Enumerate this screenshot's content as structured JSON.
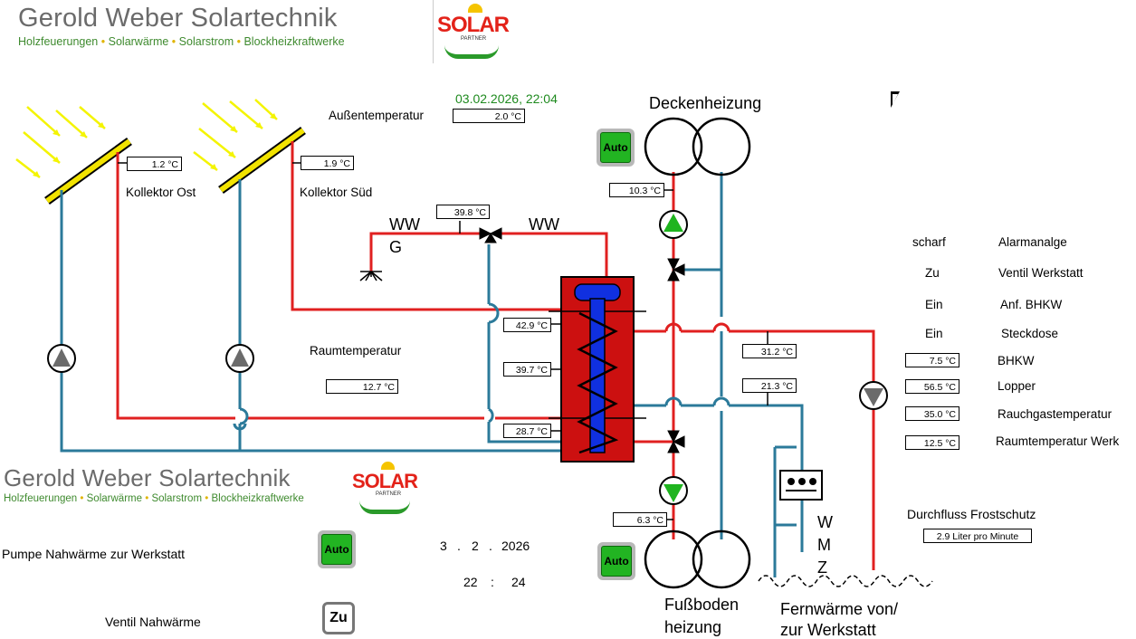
{
  "header": {
    "company": "Gerold Weber Solartechnik",
    "tagline_parts": [
      "Holzfeuerungen",
      "Solarwärme",
      "Solarstrom",
      "Blockheizkraftwerke"
    ],
    "logo_text": "SOLAR",
    "logo_sub": "PARTNER"
  },
  "datetime": "03.02.2026,  22:04",
  "outdoor": {
    "label": "Außentemperatur",
    "value": "2.0 °C"
  },
  "collectors": [
    {
      "name": "Kollektor Ost",
      "value": "1.2 °C"
    },
    {
      "name": "Kollektor Süd",
      "value": "1.9 °C"
    }
  ],
  "ww": {
    "left_label": "WW",
    "left_sub": "G",
    "right_label": "WW",
    "value": "39.8 °C"
  },
  "room": {
    "label": "Raumtemperatur",
    "value": "12.7 °C"
  },
  "tank_values": [
    "42.9 °C",
    "39.7 °C",
    "28.7 °C"
  ],
  "ceiling": {
    "label": "Deckenheizung",
    "value": "10.3 °C",
    "auto_label": "Auto"
  },
  "floor": {
    "label_line1": "Fußboden",
    "label_line2": "heizung",
    "value": "6.3 °C",
    "auto_label": "Auto"
  },
  "district_values": [
    "31.2 °C",
    "21.3 °C"
  ],
  "wmz": {
    "letters": [
      "W",
      "M",
      "Z"
    ]
  },
  "district": {
    "line1": "Fernwärme von/",
    "line2": "zur Werkstatt"
  },
  "status_list": [
    {
      "state": "scharf",
      "name": "Alarmanalge"
    },
    {
      "state": "Zu",
      "name": "Ventil Werkstatt"
    },
    {
      "state": "Ein",
      "name": "Anf. BHKW"
    },
    {
      "state": "Ein",
      "name": "Steckdose"
    }
  ],
  "temp_list": [
    {
      "value": "7.5 °C",
      "name": "BHKW"
    },
    {
      "value": "56.5 °C",
      "name": "Lopper"
    },
    {
      "value": "35.0 °C",
      "name": "Rauchgastemperatur"
    },
    {
      "value": "12.5 °C",
      "name": "Raumtemperatur Werk"
    }
  ],
  "frost": {
    "label": "Durchfluss Frostschutz",
    "value": "2.9 Liter pro Minute"
  },
  "workshop": {
    "pump_label": "Pumpe  Nahwärme zur Werkstatt",
    "pump_button": "Auto",
    "valve_label": "Ventil Nahwärme",
    "valve_button": "Zu",
    "date_day": "3",
    "date_month": "2",
    "date_year": "2026",
    "date_sep": ".",
    "time_h": "22",
    "time_m": "24",
    "time_sep": ":"
  },
  "colors": {
    "hot": "#e02020",
    "cold": "#2b7a9a",
    "tank": "#cc1010",
    "coil": "#1030e0",
    "collector": "#f2e300",
    "sun": "#f4f400",
    "green": "#1fb41f"
  }
}
